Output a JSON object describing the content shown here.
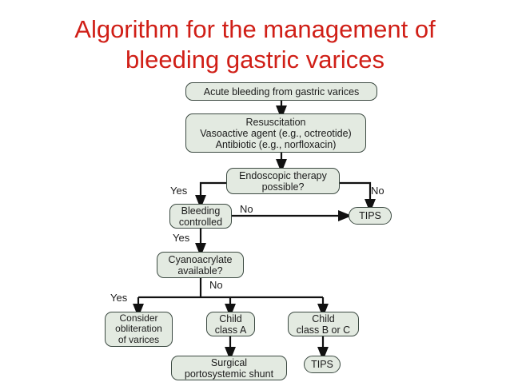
{
  "title": {
    "line1": "Algorithm for the management of",
    "line2": "bleeding gastric varices",
    "color": "#d01f17"
  },
  "diagram": {
    "type": "flowchart",
    "node_fill": "#e3eae1",
    "node_border": "#3c4a42",
    "nodes": [
      {
        "id": "acute-bleeding",
        "label": "Acute bleeding from gastric varices"
      },
      {
        "id": "resuscitation",
        "label": "Resuscitation\nVasoactive agent (e.g., octreotide)\nAntibiotic (e.g., norfloxacin)"
      },
      {
        "id": "endoscopic-therapy",
        "label": "Endoscopic therapy\npossible?"
      },
      {
        "id": "bleeding-controlled",
        "label": "Bleeding\ncontrolled"
      },
      {
        "id": "tips-right",
        "label": "TIPS"
      },
      {
        "id": "cyanoacrylate",
        "label": "Cyanoacrylate\navailable?"
      },
      {
        "id": "consider-obliteration",
        "label": "Consider\nobliteration\nof varices"
      },
      {
        "id": "child-class-a",
        "label": "Child\nclass A"
      },
      {
        "id": "child-class-bc",
        "label": "Child\nclass B or C"
      },
      {
        "id": "surgical-shunt",
        "label": "Surgical\nportosystemic shunt"
      },
      {
        "id": "tips-bottom",
        "label": "TIPS"
      }
    ],
    "edge_labels": [
      {
        "id": "endoscopic-yes",
        "label": "Yes"
      },
      {
        "id": "endoscopic-no",
        "label": "No"
      },
      {
        "id": "bleeding-no",
        "label": "No"
      },
      {
        "id": "bleeding-yes",
        "label": "Yes"
      },
      {
        "id": "cyanoacrylate-no",
        "label": "No"
      },
      {
        "id": "cyanoacrylate-yes",
        "label": "Yes"
      }
    ]
  }
}
